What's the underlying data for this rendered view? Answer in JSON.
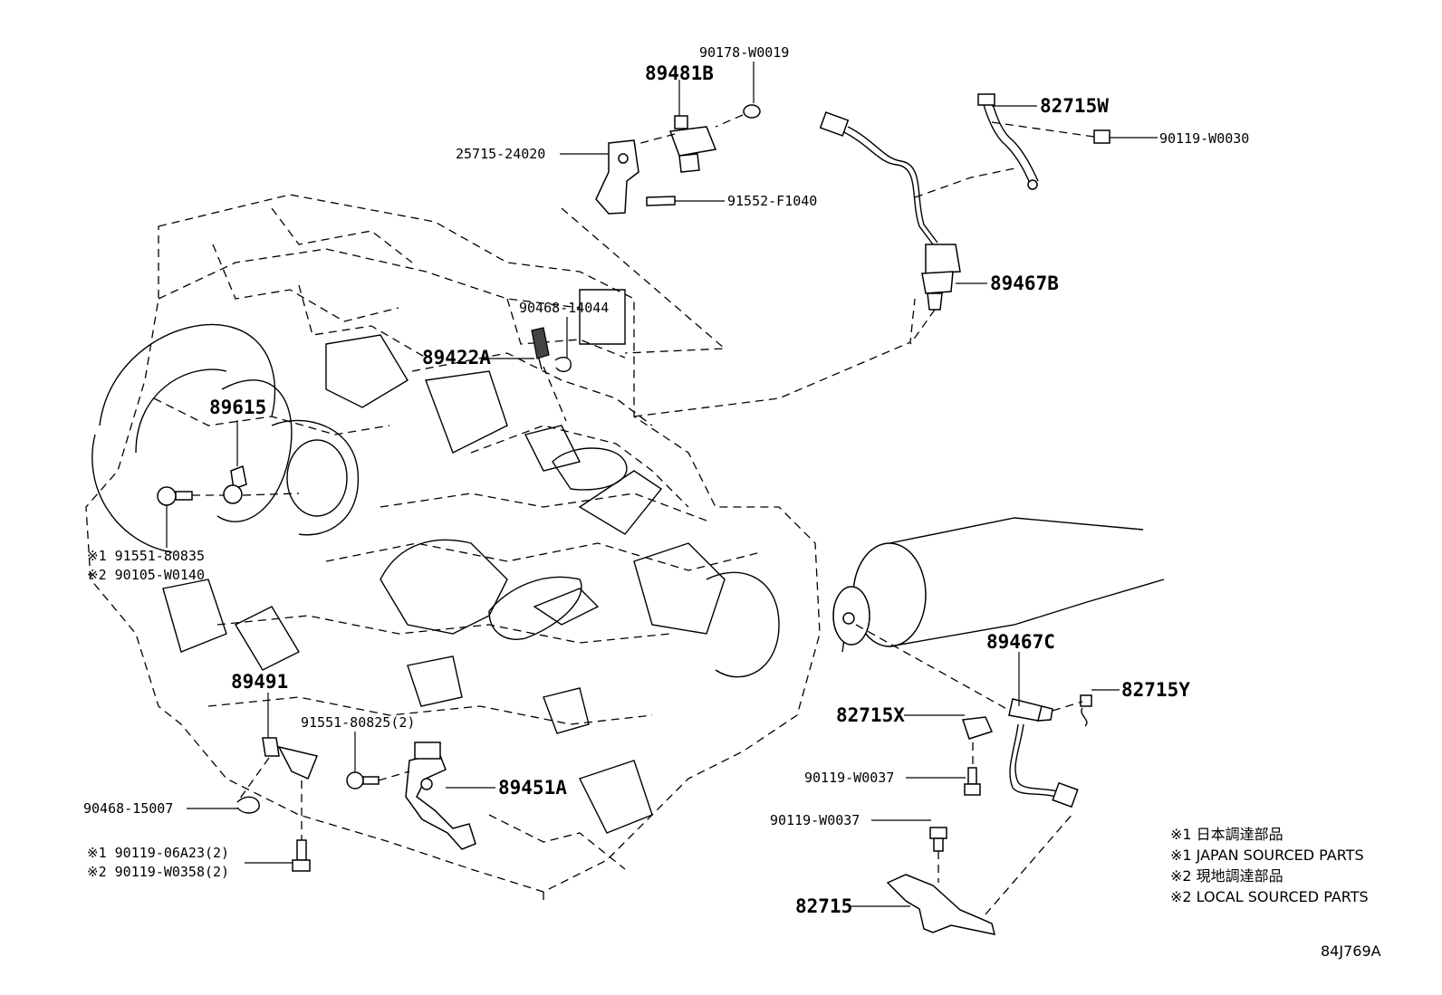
{
  "diagram_code": "84J769A",
  "labels": {
    "p90178_w0019": "90178-W0019",
    "p89481b": "89481B",
    "p25715_24020": "25715-24020",
    "p91552_f1040": "91552-F1040",
    "p82715w": "82715W",
    "p90119_w0030": "90119-W0030",
    "p89467b": "89467B",
    "p90468_14044": "90468-14044",
    "p89422a": "89422A",
    "p89615": "89615",
    "p91551_80835": "※1 91551-80835",
    "p90105_w0140": "※2 90105-W0140",
    "p89491": "89491",
    "p91551_80825": "91551-80825(2)",
    "p89451a": "89451A",
    "p90468_15007": "90468-15007",
    "p90119_06a23": "※1 90119-06A23(2)",
    "p90119_w0358": "※2 90119-W0358(2)",
    "p89467c": "89467C",
    "p82715y": "82715Y",
    "p82715x": "82715X",
    "p90119_w0037a": "90119-W0037",
    "p90119_w0037b": "90119-W0037",
    "p82715": "82715"
  },
  "notes": [
    "※1 日本調達部品",
    "※1 JAPAN SOURCED PARTS",
    "※2 現地調達部品",
    "※2 LOCAL SOURCED PARTS"
  ]
}
